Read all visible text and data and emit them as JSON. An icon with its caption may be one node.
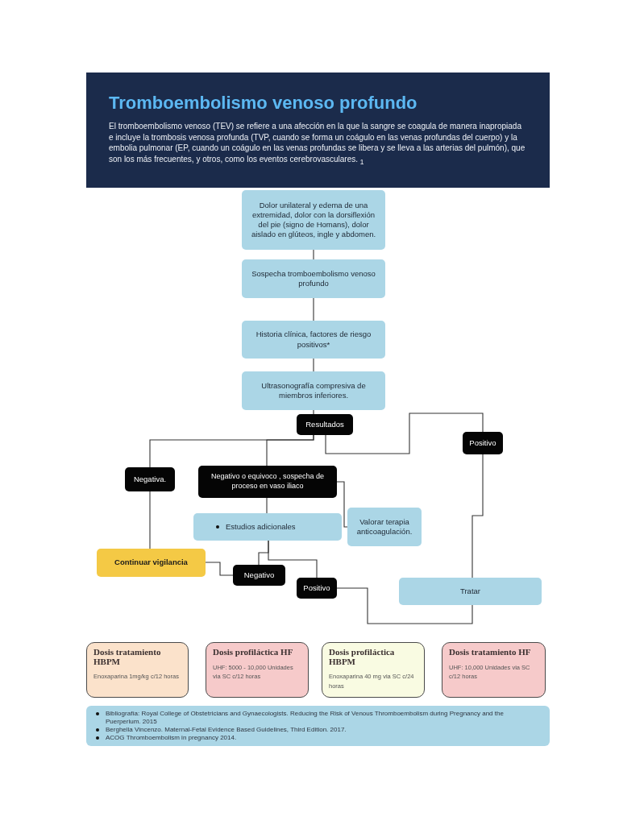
{
  "diagram": {
    "title": "Tromboembolismo venoso profundo",
    "nodes": [
      {
        "text": [
          "Dolor unilateral y edema de una extremidad, dolor con la dorsiflexión del pie (signo de Homans), dolor aislado en glúteos, ingle y abdomen."
        ]
      },
      {
        "text": [
          "Sospecha tromboembolismo venoso profundo"
        ]
      },
      {
        "text": [
          "Historia clínica, factores de riesgo positivos*"
        ]
      },
      {
        "text": [
          "Ultrasonografía compresiva de miembros inferiores."
        ]
      },
      {
        "text": [
          "Resultados"
        ]
      },
      {
        "text": [
          "Negativa."
        ]
      },
      {
        "text": [
          "Negativo o equivoco , sospecha de proceso en vaso iliaco"
        ]
      },
      {
        "text": [
          "Positivo"
        ]
      },
      {
        "text": [
          "Estudios adicionales"
        ]
      },
      {
        "text": [
          "Valorar terapia anticoagulación."
        ]
      },
      {
        "text": [
          "Continuar vigilancia"
        ]
      },
      {
        "text": [
          "Negativo"
        ]
      },
      {
        "text": [
          "Positivo"
        ]
      },
      {
        "text": [
          "Tratar"
        ]
      },
      {
        "text": [
          "Dosis tratamiento HBPM",
          "Enoxaparina 1mg/kg c/12 horas"
        ]
      },
      {
        "text": [
          "Dosis profiláctica HF",
          "UHF: 5000 - 10,000 Unidades via SC c/12 horas"
        ]
      },
      {
        "text": [
          "Dosis profiláctica HBPM",
          "Enoxaparina 40 mg via SC c/24 horas"
        ]
      },
      {
        "text": [
          "Dosis tratamiento HF",
          "UHF: 10,000 Unidades via SC c/12 horas"
        ]
      },
      {
        "text": [
          "Bibliografía: Royal College of Obstetricians and Gynaecologists. Reducing the Risk of Venous Thromboembolism during Pregnancy and the Puerperium. 2015",
          "Berghella Vincenzo. Maternal-Fetal Evidence Based Guidelines, Third Edition. 2017.",
          "ACOG Thromboembolism in pregnancy 2014."
        ]
      }
    ],
    "edges": [
      {
        "from": 0,
        "to": 1,
        "arrow": "none"
      },
      {
        "from": 1,
        "to": 2,
        "arrow": "none"
      },
      {
        "from": 2,
        "to": 3,
        "arrow": "none"
      },
      {
        "from": 3,
        "to": 4,
        "arrow": "none"
      },
      {
        "from": 4,
        "to": 5,
        "arrow": "none"
      },
      {
        "from": 4,
        "to": 6,
        "arrow": "none"
      },
      {
        "from": 4,
        "to": 7,
        "arrow": "none"
      },
      {
        "from": 5,
        "to": 10,
        "arrow": "none"
      },
      {
        "from": 6,
        "to": 8,
        "arrow": "none"
      },
      {
        "from": 6,
        "to": 9,
        "arrow": "none"
      },
      {
        "from": 8,
        "to": 11,
        "arrow": "none"
      },
      {
        "from": 8,
        "to": 12,
        "arrow": "none"
      },
      {
        "from": 11,
        "to": 10,
        "arrow": "none"
      },
      {
        "from": 12,
        "to": 13,
        "arrow": "none"
      },
      {
        "from": 7,
        "to": 13,
        "arrow": "none"
      }
    ],
    "labels": [
      "El tromboembolismo venoso (TEV) se refiere a una afección en la que la sangre se coagula de manera inapropiada e incluye la trombosis venosa profunda (TVP, cuando se forma un coágulo en las venas profundas del cuerpo) y la embolia pulmonar (EP, cuando un coágulo en las venas profundas se libera y se lleva a las arterias del pulmón), que son los más frecuentes, y otros, como los eventos cerebrovasculares. $_{1}$"
    ]
  }
}
